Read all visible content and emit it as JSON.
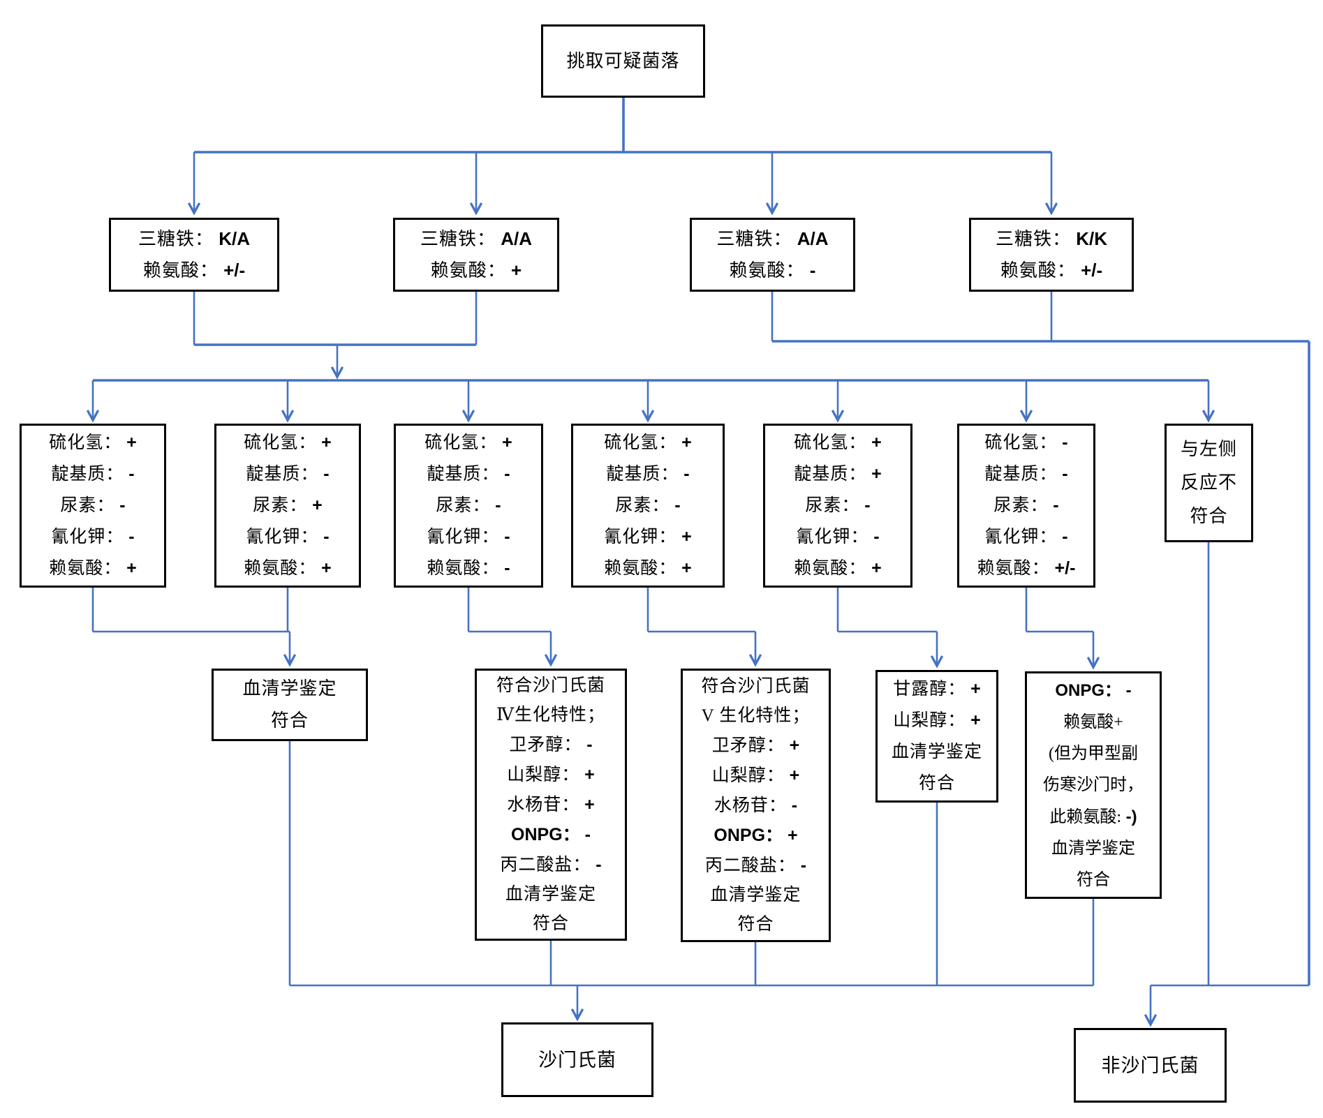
{
  "diagram": {
    "kind": "flowchart",
    "language": "zh-CN"
  },
  "colors": {
    "connector": "#4472C4",
    "box_border": "#000000",
    "text": "#000000",
    "background": "#FFFFFF"
  },
  "nodes": {
    "root": {
      "text": "挑取可疑菌落"
    },
    "tsi1": {
      "lines": [
        "三糖铁：K/A",
        "赖氨酸：+/-"
      ]
    },
    "tsi2": {
      "lines": [
        "三糖铁：A/A",
        "赖氨酸：+"
      ]
    },
    "tsi3": {
      "lines": [
        "三糖铁：A/A",
        "赖氨酸：-"
      ]
    },
    "tsi4": {
      "lines": [
        "三糖铁：K/K",
        "赖氨酸：+/-"
      ]
    },
    "bio1": {
      "lines": [
        "硫化氢：+",
        "靛基质：-",
        "尿素：-",
        "氰化钾：-",
        "赖氨酸：+"
      ]
    },
    "bio2": {
      "lines": [
        "硫化氢：+",
        "靛基质：-",
        "尿素：+",
        "氰化钾：-",
        "赖氨酸：+"
      ]
    },
    "bio3": {
      "lines": [
        "硫化氢：+",
        "靛基质：-",
        "尿素：-",
        "氰化钾：-",
        "赖氨酸：-"
      ]
    },
    "bio4": {
      "lines": [
        "硫化氢：+",
        "靛基质：-",
        "尿素：-",
        "氰化钾：+",
        "赖氨酸：+"
      ]
    },
    "bio5": {
      "lines": [
        "硫化氢：+",
        "靛基质：+",
        "尿素：-",
        "氰化钾：-",
        "赖氨酸：+"
      ]
    },
    "bio6": {
      "lines": [
        "硫化氢：-",
        "靛基质：-",
        "尿素：-",
        "氰化钾：-",
        "赖氨酸：+/-"
      ]
    },
    "mismatch": {
      "lines": [
        "与左侧",
        "反应不",
        "符合"
      ]
    },
    "sero": {
      "lines": [
        "血清学鉴定",
        "符合"
      ]
    },
    "groupIV": {
      "lines": [
        "符合沙门氏菌",
        "Ⅳ生化特性；",
        "卫矛醇：-",
        "山梨醇：+",
        "水杨苷：+",
        "ONPG：-",
        "丙二酸盐：-",
        "血清学鉴定",
        "符合"
      ]
    },
    "groupV": {
      "lines": [
        "符合沙门氏菌",
        "V 生化特性；",
        "卫矛醇：+",
        "山梨醇：+",
        "水杨苷：-",
        "ONPG：+",
        "丙二酸盐：-",
        "血清学鉴定",
        "符合"
      ]
    },
    "mannitol": {
      "lines": [
        "甘露醇：+",
        "山梨醇：+",
        "血清学鉴定",
        "符合"
      ]
    },
    "onpg": {
      "lines": [
        "ONPG：-",
        "赖氨酸+",
        "(但为甲型副",
        "伤寒沙门时，",
        "此赖氨酸: -)",
        "血清学鉴定",
        "符合"
      ]
    },
    "salmonella": {
      "text": "沙门氏菌"
    },
    "not_salmonella": {
      "text": "非沙门氏菌"
    }
  }
}
